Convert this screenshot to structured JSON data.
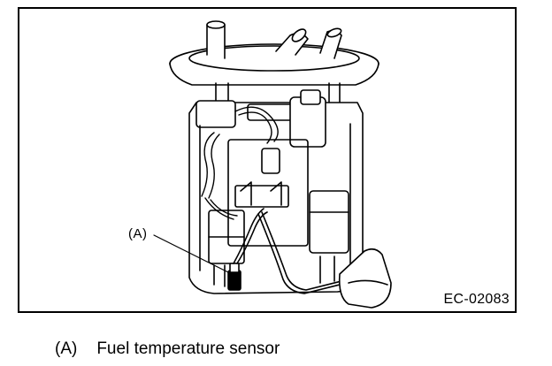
{
  "figure": {
    "code": "EC-02083",
    "callout": "(A)"
  },
  "legend": {
    "key": "(A)",
    "text": "Fuel temperature sensor"
  }
}
